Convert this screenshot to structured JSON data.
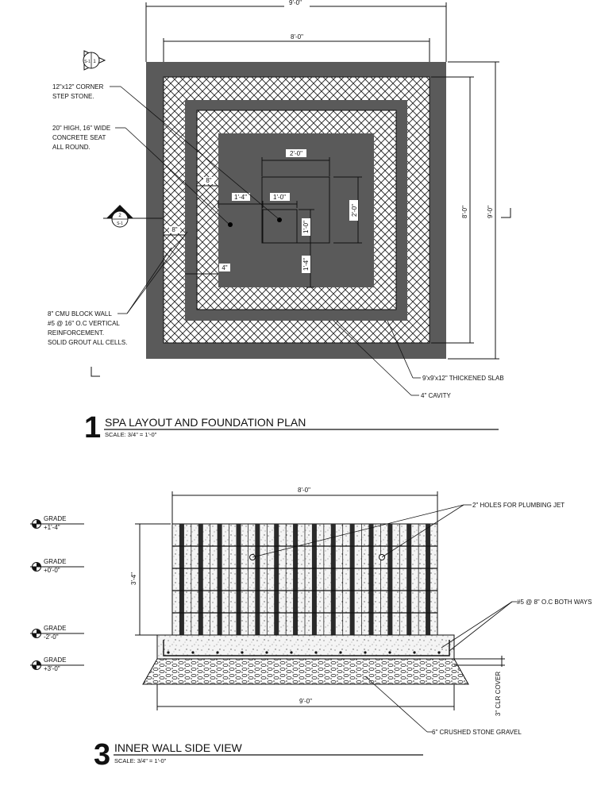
{
  "plan1": {
    "number": "1",
    "title": "SPA LAYOUT AND FOUNDATION PLAN",
    "scale": "SCALE: 3/4\" = 1'-0\"",
    "dims": {
      "overall_width": "9'-0\"",
      "inner_width": "8'-0\"",
      "inner_height": "8'-0\"",
      "overall_height": "9'-0\"",
      "step_width": "2'-0\"",
      "step_height": "2'-0\"",
      "corner_w": "1'-0\"",
      "corner_h": "1'-0\"",
      "offset_x": "1'-4\"",
      "offset_y": "1'-4\"",
      "seat_top": "8\"",
      "cavity_left": "8\"",
      "gap_small": "4\""
    },
    "notes": {
      "corner_step_1": "12\"x12\" CORNER",
      "corner_step_2": "STEP STONE.",
      "seat_1": "20\" HIGH, 16\" WIDE",
      "seat_2": "CONCRETE SEAT",
      "seat_3": "ALL ROUND.",
      "cmu_1": "8\" CMU BLOCK WALL",
      "cmu_2": "#5 @ 16\" O.C VERTICAL",
      "cmu_3": "REINFORCEMENT.",
      "cmu_4": "SOLID GROUT ALL CELLS.",
      "slab": "9'x9'x12\" THICKENED SLAB",
      "cavity": "4\" CAVITY"
    },
    "section_marks": {
      "top": {
        "num": "1",
        "sheet": "S-1"
      },
      "left": {
        "num": "2",
        "sheet": "S-1"
      }
    }
  },
  "view3": {
    "number": "3",
    "title": "INNER WALL SIDE VIEW",
    "scale": "SCALE: 3/4\" = 1'-0\"",
    "dims": {
      "top_width": "8'-0\"",
      "bottom_width": "9'-0\"",
      "wall_height": "3'-4\"",
      "clr_cover": "3\" CLR COVER"
    },
    "notes": {
      "holes": "2\" HOLES FOR PLUMBING JET",
      "rebar": "#5 @ 8\" O.C BOTH WAYS",
      "gravel": "6\" CRUSHED STONE GRAVEL"
    },
    "grades": [
      {
        "label": "GRADE",
        "value": "+1'-4\""
      },
      {
        "label": "GRADE",
        "value": "+0'-0\""
      },
      {
        "label": "GRADE",
        "value": "-2'-0\""
      },
      {
        "label": "GRADE",
        "value": "+3'-0\""
      }
    ]
  },
  "colors": {
    "concrete": "#5a5a5a",
    "line": "#111111",
    "background": "#ffffff"
  }
}
